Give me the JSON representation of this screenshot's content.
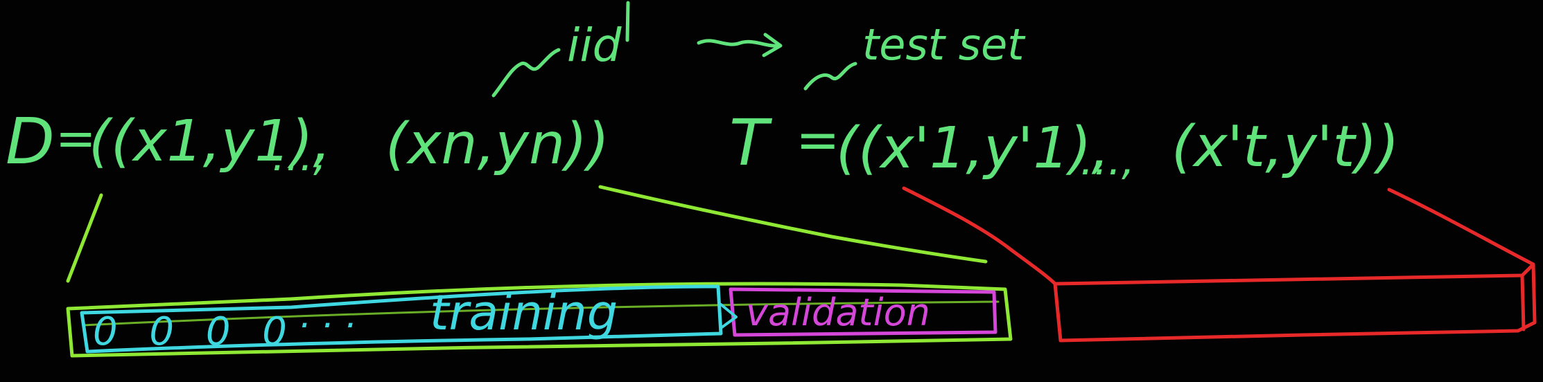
{
  "colors": {
    "background": "#020202",
    "green": "#5fe37a",
    "lime": "#8ee834",
    "cyan": "#3fd7e0",
    "magenta": "#d447d8",
    "red": "#e8292a"
  },
  "annotations": {
    "iid": "iid",
    "test_set": "test set"
  },
  "formulas": {
    "dataset_lhs": "D",
    "equals_d": "=",
    "dataset_first": "((x1,y1),",
    "dataset_dots": "…,",
    "dataset_last": "(xn,yn))",
    "testset_lhs": "T",
    "equals_t": "=",
    "testset_first": "((x'1,y'1),",
    "testset_dots": "…,",
    "testset_last": "(x't,y't))"
  },
  "bar": {
    "points": "0 0 0 0",
    "dots": "· · ·",
    "training_label": "training",
    "validation_label": "validation"
  }
}
